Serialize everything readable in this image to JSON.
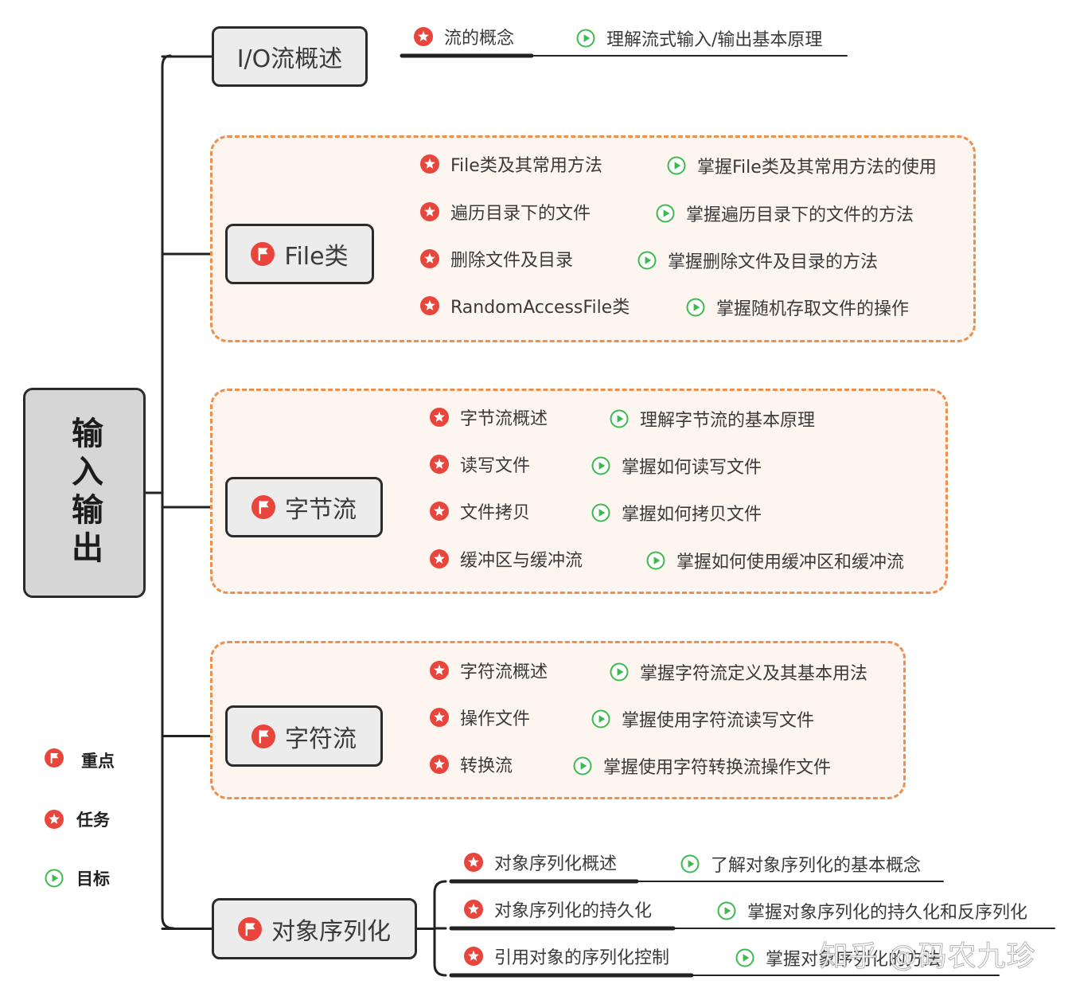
{
  "root": {
    "label": "输入输出"
  },
  "topics": [
    {
      "label": "I/O流概述",
      "icon": "",
      "items": [
        {
          "task": "流的概念",
          "goal": "理解流式输入/输出基本原理"
        }
      ]
    },
    {
      "label": "File类",
      "icon": "flag-icon",
      "items": [
        {
          "task": "File类及其常用方法",
          "goal": "掌握File类及其常用方法的使用"
        },
        {
          "task": "遍历目录下的文件",
          "goal": "掌握遍历目录下的文件的方法"
        },
        {
          "task": "删除文件及目录",
          "goal": "掌握删除文件及目录的方法"
        },
        {
          "task": "RandomAccessFile类",
          "goal": "掌握随机存取文件的操作"
        }
      ]
    },
    {
      "label": "字节流",
      "icon": "flag-icon",
      "items": [
        {
          "task": "字节流概述",
          "goal": "理解字节流的基本原理"
        },
        {
          "task": "读写文件",
          "goal": "掌握如何读写文件"
        },
        {
          "task": "文件拷贝",
          "goal": "掌握如何拷贝文件"
        },
        {
          "task": "缓冲区与缓冲流",
          "goal": "掌握如何使用缓冲区和缓冲流"
        }
      ]
    },
    {
      "label": "字符流",
      "icon": "flag-icon",
      "items": [
        {
          "task": "字符流概述",
          "goal": "掌握字符流定义及其基本用法"
        },
        {
          "task": "操作文件",
          "goal": "掌握使用字符流读写文件"
        },
        {
          "task": "转换流",
          "goal": "掌握使用字符转换流操作文件"
        }
      ]
    },
    {
      "label": "对象序列化",
      "icon": "flag-icon",
      "items": [
        {
          "task": "对象序列化概述",
          "goal": "了解对象序列化的基本概念"
        },
        {
          "task": "对象序列化的持久化",
          "goal": "掌握对象序列化的持久化和反序列化"
        },
        {
          "task": "引用对象的序列化控制",
          "goal": "掌握对象序列化的方法"
        }
      ]
    }
  ],
  "legend": [
    {
      "icon": "flag-icon",
      "label": "重点"
    },
    {
      "icon": "star-icon",
      "label": "任务"
    },
    {
      "icon": "play-icon",
      "label": "目标"
    }
  ],
  "watermark": "知乎 @码农九珍",
  "colors": {
    "accent_red": "#e8453c",
    "goal_green": "#3dba4e",
    "frame_orange": "#ec8f4f",
    "frame_fill": "#fdf6f0",
    "node_fill": "#ececec",
    "root_fill": "#d6d6d6",
    "line": "#222222"
  }
}
